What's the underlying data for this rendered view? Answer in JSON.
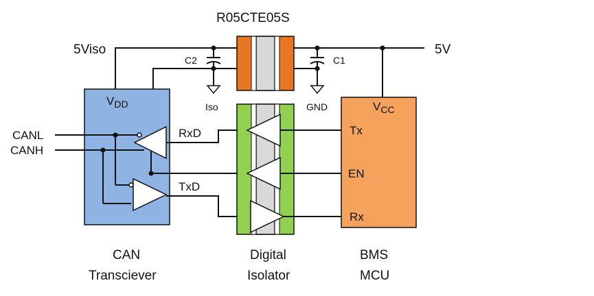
{
  "converter": {
    "label": "R05CTE05S",
    "color": "#e87722"
  },
  "rails": {
    "iso_supply": "5Viso",
    "main_supply": "5V"
  },
  "capacitors": {
    "c2": "C2",
    "c1": "C1"
  },
  "grounds": {
    "iso": "Iso",
    "gnd": "GND"
  },
  "transceiver": {
    "supply_base": "V",
    "supply_sub": "DD",
    "name_line1": "CAN",
    "name_line2": "Transciever",
    "color": "#8fb4e3"
  },
  "bus": {
    "canl": "CANL",
    "canh": "CANH"
  },
  "signals": {
    "rxd": "RxD",
    "txd": "TxD"
  },
  "isolator": {
    "name_line1": "Digital",
    "name_line2": "Isolator",
    "color": "#92d050"
  },
  "mcu": {
    "supply_base": "V",
    "supply_sub": "CC",
    "tx": "Tx",
    "en": "EN",
    "rx": "Rx",
    "name_line1": "BMS",
    "name_line2": "MCU",
    "color": "#f5a25d"
  }
}
